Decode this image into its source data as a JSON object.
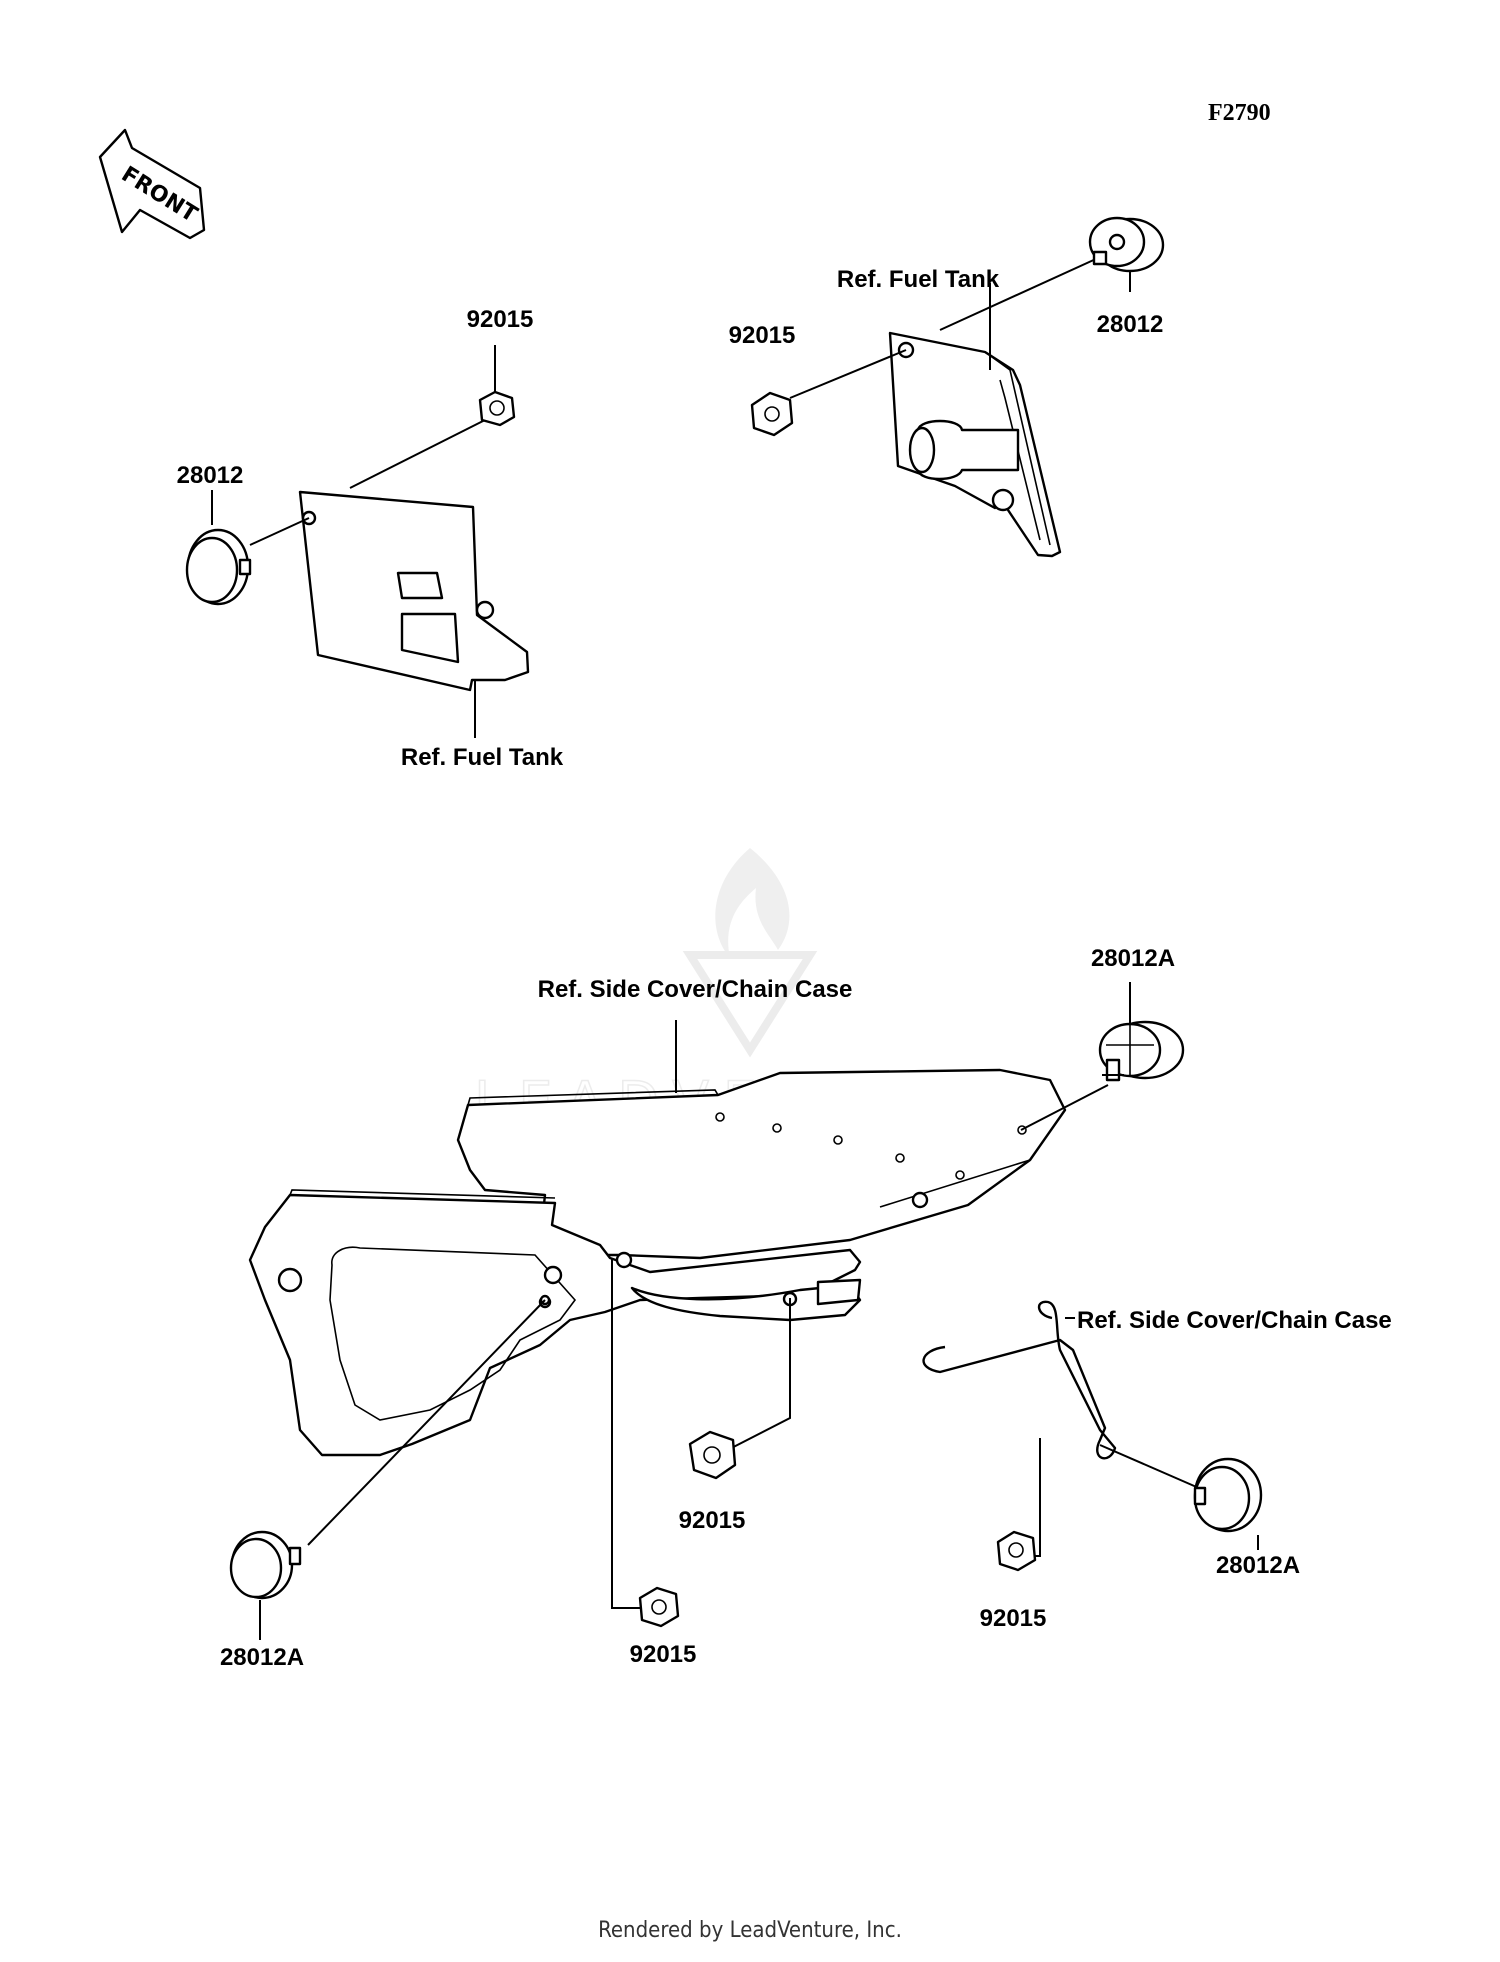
{
  "figure_id": "F2790",
  "front_arrow": {
    "label": "FRONT",
    "icon": "front-direction-arrow-icon"
  },
  "callouts": {
    "top_left": {
      "nut": "92015",
      "grommet": "28012",
      "ref": "Ref. Fuel Tank"
    },
    "top_right": {
      "nut": "92015",
      "grommet": "28012",
      "ref": "Ref. Fuel Tank"
    },
    "bottom": {
      "ref_top": "Ref. Side Cover/Chain Case",
      "grommet_top_right": "28012A",
      "ref_right": "Ref. Side Cover/Chain Case",
      "nut_center": "92015",
      "grommet_bottom_right": "28012A",
      "nut_right": "92015",
      "grommet_bottom_left": "28012A",
      "nut_bottom": "92015"
    }
  },
  "watermark": "LEADVENTURE",
  "footer": "Rendered by LeadVenture, Inc."
}
